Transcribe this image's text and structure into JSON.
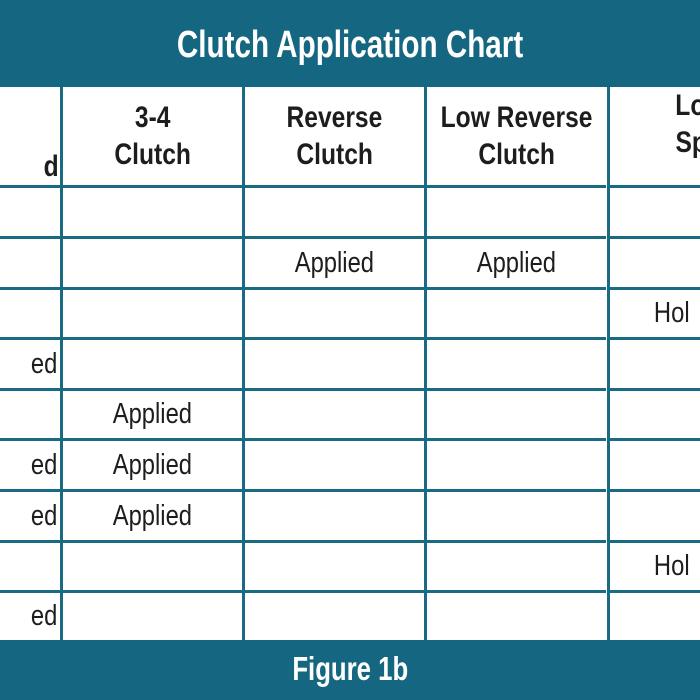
{
  "title": "Clutch Application Chart",
  "footer": "Figure 1b",
  "colors": {
    "band": "#156680",
    "grid_line": "#1a6a84",
    "text": "#1d1d1d"
  },
  "columns": [
    {
      "line1": "",
      "line2": "d"
    },
    {
      "line1": "3-4",
      "line2": "Clutch"
    },
    {
      "line1": "Reverse",
      "line2": "Clutch"
    },
    {
      "line1": "Low Reverse",
      "line2": "Clutch"
    },
    {
      "line1": "Lo",
      "line2": "Sp"
    }
  ],
  "rows": [
    [
      "",
      "",
      "",
      "",
      ""
    ],
    [
      "",
      "",
      "Applied",
      "Applied",
      ""
    ],
    [
      "",
      "",
      "",
      "",
      "Hol"
    ],
    [
      "ed",
      "",
      "",
      "",
      ""
    ],
    [
      "",
      "Applied",
      "",
      "",
      ""
    ],
    [
      "ed",
      "Applied",
      "",
      "",
      ""
    ],
    [
      "ed",
      "Applied",
      "",
      "",
      ""
    ],
    [
      "",
      "",
      "",
      "",
      "Hol"
    ],
    [
      "ed",
      "",
      "",
      "",
      ""
    ]
  ]
}
